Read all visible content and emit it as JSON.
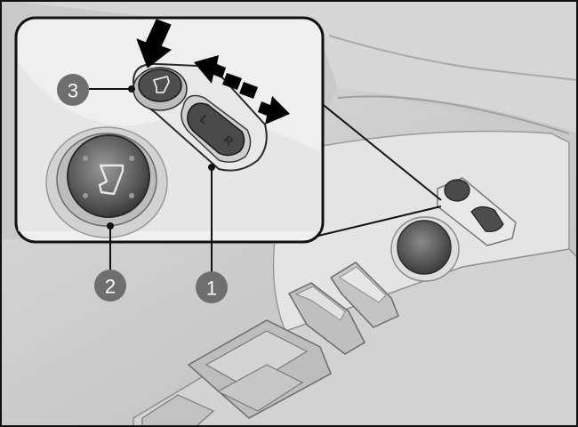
{
  "callouts": [
    {
      "id": "1",
      "label": "1"
    },
    {
      "id": "2",
      "label": "2"
    },
    {
      "id": "3",
      "label": "3"
    }
  ],
  "switch_letters": {
    "left": "L",
    "right": "R"
  },
  "icons": [
    "push-down-arrow-icon",
    "left-right-arrow-icon",
    "mirror-fold-icon",
    "mirror-adjust-icon"
  ],
  "colors": {
    "callout_fill": "#6e6e6e",
    "panel_bg": "#f2f2f2",
    "outline": "#111111"
  }
}
